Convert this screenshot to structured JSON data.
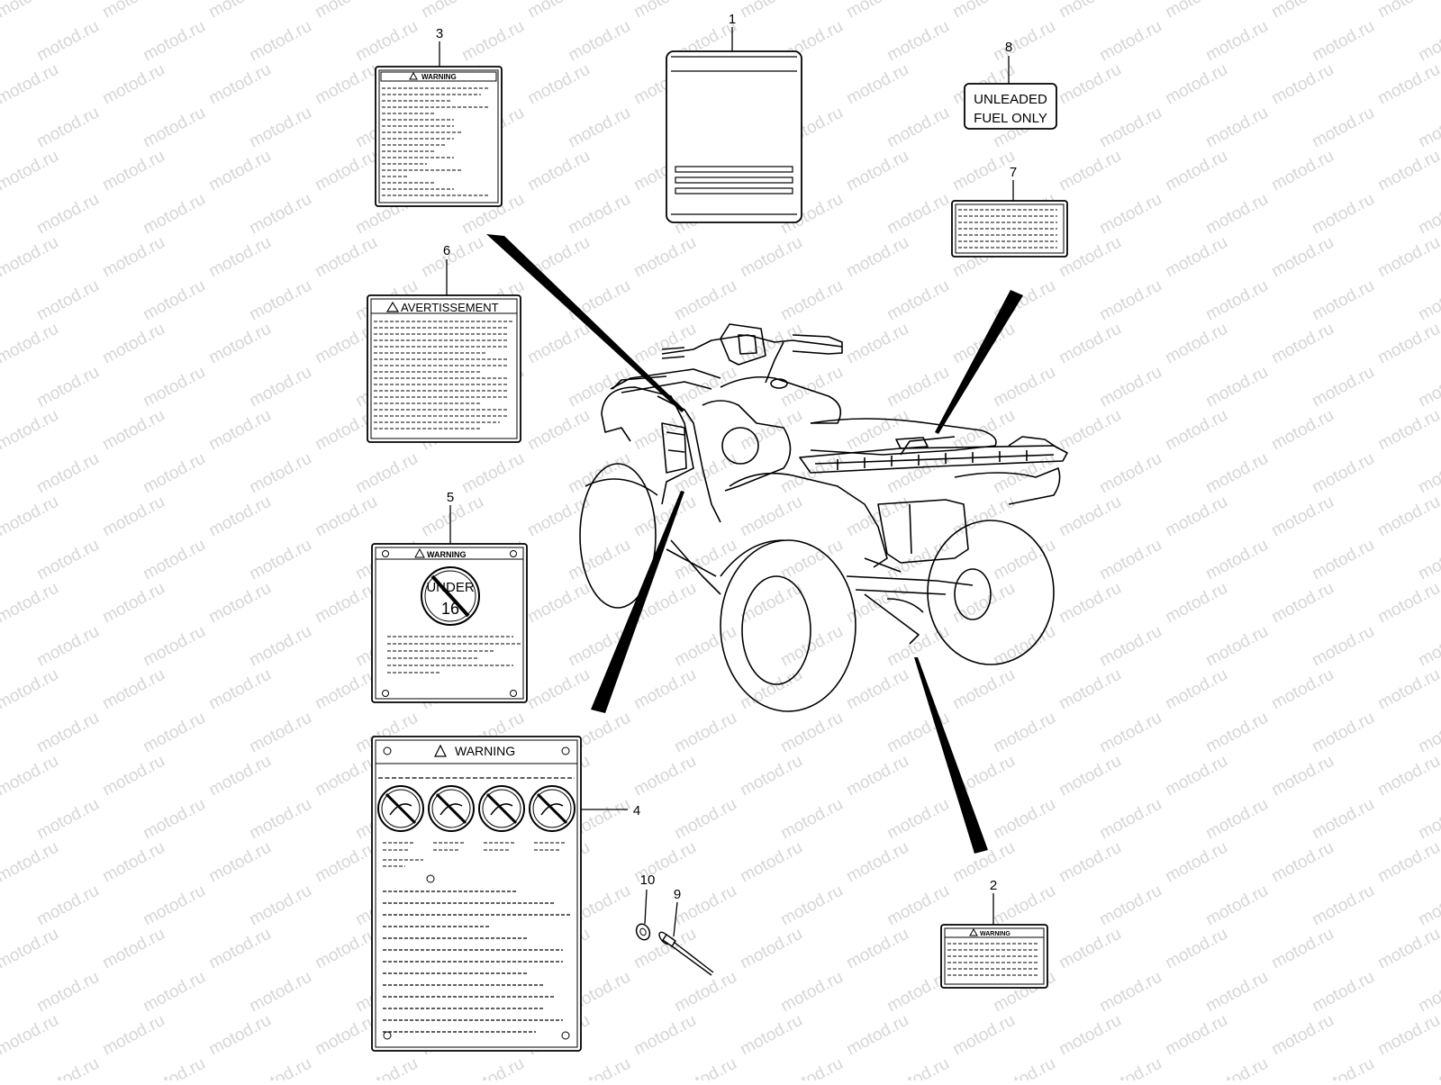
{
  "watermark": "motod.ru",
  "callouts": {
    "c1": "1",
    "c2": "2",
    "c3": "3",
    "c4": "4",
    "c5": "5",
    "c6": "6",
    "c7": "7",
    "c8": "8",
    "c9": "9",
    "c10": "10"
  },
  "labels": {
    "label3_header": "WARNING",
    "label6_header": "AVERTISSEMENT",
    "label5_header": "WARNING",
    "label5_under": "UNDER",
    "label5_age": "16",
    "label4_header": "WARNING",
    "label8_line1": "UNLEADED",
    "label8_line2": "FUEL ONLY",
    "label2_header": "WARNING"
  },
  "icons": {
    "warning": "warning-triangle-icon",
    "prohibition": "prohibition-circle-icon"
  },
  "colors": {
    "ink": "#000000",
    "watermark": "#d6d6d6",
    "paper": "#ffffff"
  }
}
